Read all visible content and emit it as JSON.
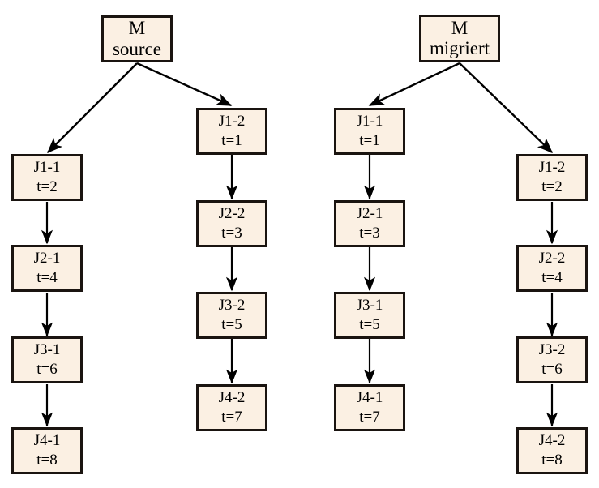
{
  "diagram": {
    "type": "flowchart",
    "title": "",
    "background_color": "#ffffff",
    "node_fill_color": "#fbf0e3",
    "node_border_color": "#1a1410",
    "edge_color": "#000000",
    "trees": [
      {
        "id": "source-tree",
        "root": {
          "id": "m-source",
          "line1": "M",
          "line2": "source"
        },
        "branches": [
          {
            "id": "source-branch-1",
            "nodes": [
              {
                "id": "src-j1-1",
                "line1": "J1-1",
                "line2": "t=2",
                "job": "J1-1",
                "t": 2
              },
              {
                "id": "src-j2-1",
                "line1": "J2-1",
                "line2": "t=4",
                "job": "J2-1",
                "t": 4
              },
              {
                "id": "src-j3-1",
                "line1": "J3-1",
                "line2": "t=6",
                "job": "J3-1",
                "t": 6
              },
              {
                "id": "src-j4-1",
                "line1": "J4-1",
                "line2": "t=8",
                "job": "J4-1",
                "t": 8
              }
            ]
          },
          {
            "id": "source-branch-2",
            "nodes": [
              {
                "id": "src-j1-2",
                "line1": "J1-2",
                "line2": "t=1",
                "job": "J1-2",
                "t": 1
              },
              {
                "id": "src-j2-2",
                "line1": "J2-2",
                "line2": "t=3",
                "job": "J2-2",
                "t": 3
              },
              {
                "id": "src-j3-2",
                "line1": "J3-2",
                "line2": "t=5",
                "job": "J3-2",
                "t": 5
              },
              {
                "id": "src-j4-2",
                "line1": "J4-2",
                "line2": "t=7",
                "job": "J4-2",
                "t": 7
              }
            ]
          }
        ]
      },
      {
        "id": "migrated-tree",
        "root": {
          "id": "m-migriert",
          "line1": "M",
          "line2": "migriert"
        },
        "branches": [
          {
            "id": "migrated-branch-1",
            "nodes": [
              {
                "id": "mig-j1-1",
                "line1": "J1-1",
                "line2": "t=1",
                "job": "J1-1",
                "t": 1
              },
              {
                "id": "mig-j2-1",
                "line1": "J2-1",
                "line2": "t=3",
                "job": "J2-1",
                "t": 3
              },
              {
                "id": "mig-j3-1",
                "line1": "J3-1",
                "line2": "t=5",
                "job": "J3-1",
                "t": 5
              },
              {
                "id": "mig-j4-1",
                "line1": "J4-1",
                "line2": "t=7",
                "job": "J4-1",
                "t": 7
              }
            ]
          },
          {
            "id": "migrated-branch-2",
            "nodes": [
              {
                "id": "mig-j1-2",
                "line1": "J1-2",
                "line2": "t=2",
                "job": "J1-2",
                "t": 2
              },
              {
                "id": "mig-j2-2",
                "line1": "J2-2",
                "line2": "t=4",
                "job": "J2-2",
                "t": 4
              },
              {
                "id": "mig-j3-2",
                "line1": "J3-2",
                "line2": "t=6",
                "job": "J3-2",
                "t": 6
              },
              {
                "id": "mig-j4-2",
                "line1": "J4-2",
                "line2": "t=8",
                "job": "J4-2",
                "t": 8
              }
            ]
          }
        ]
      }
    ]
  }
}
